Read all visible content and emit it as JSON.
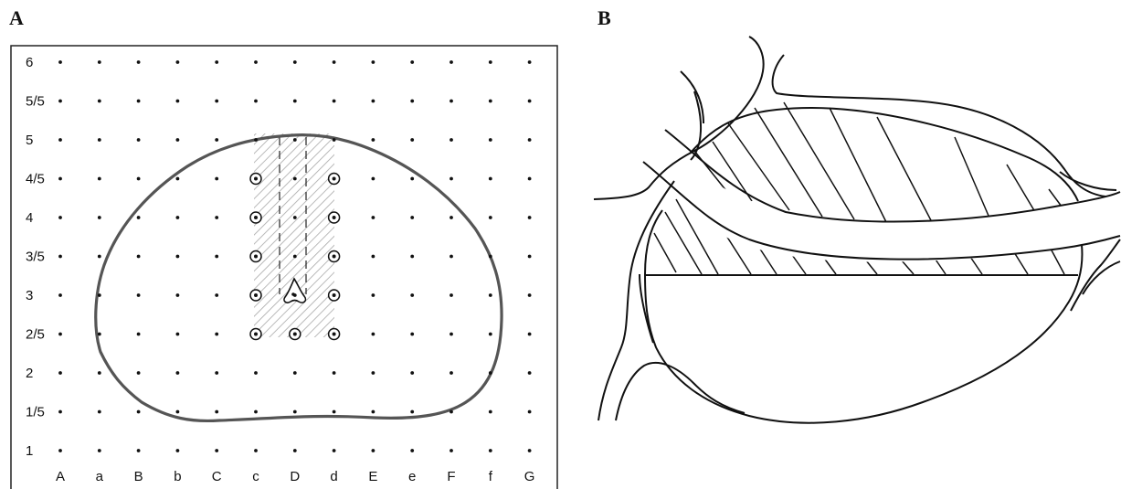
{
  "panels": {
    "a_label": "A",
    "b_label": "B"
  },
  "grid": {
    "row_labels": [
      "6",
      "5/5",
      "5",
      "4/5",
      "4",
      "3/5",
      "3",
      "2/5",
      "2",
      "1/5",
      "1"
    ],
    "column_labels": [
      "A",
      "a",
      "B",
      "b",
      "C",
      "c",
      "D",
      "d",
      "E",
      "e",
      "F",
      "f",
      "G"
    ],
    "marked_points": [
      {
        "col": "c",
        "row": "4/5"
      },
      {
        "col": "d",
        "row": "4/5"
      },
      {
        "col": "c",
        "row": "4"
      },
      {
        "col": "d",
        "row": "4"
      },
      {
        "col": "c",
        "row": "3/5"
      },
      {
        "col": "d",
        "row": "3/5"
      },
      {
        "col": "c",
        "row": "3"
      },
      {
        "col": "d",
        "row": "3"
      },
      {
        "col": "c",
        "row": "2/5"
      },
      {
        "col": "D",
        "row": "2/5"
      },
      {
        "col": "d",
        "row": "2/5"
      }
    ],
    "hatched_band": {
      "from_col": "c",
      "to_col": "d",
      "from_row": "5",
      "to_row": "2/5"
    },
    "landmark_icon": "triangular-canal-icon",
    "colors": {
      "outline": "#555555",
      "hatch": "#aaaaaa",
      "dots": "#111111"
    }
  }
}
